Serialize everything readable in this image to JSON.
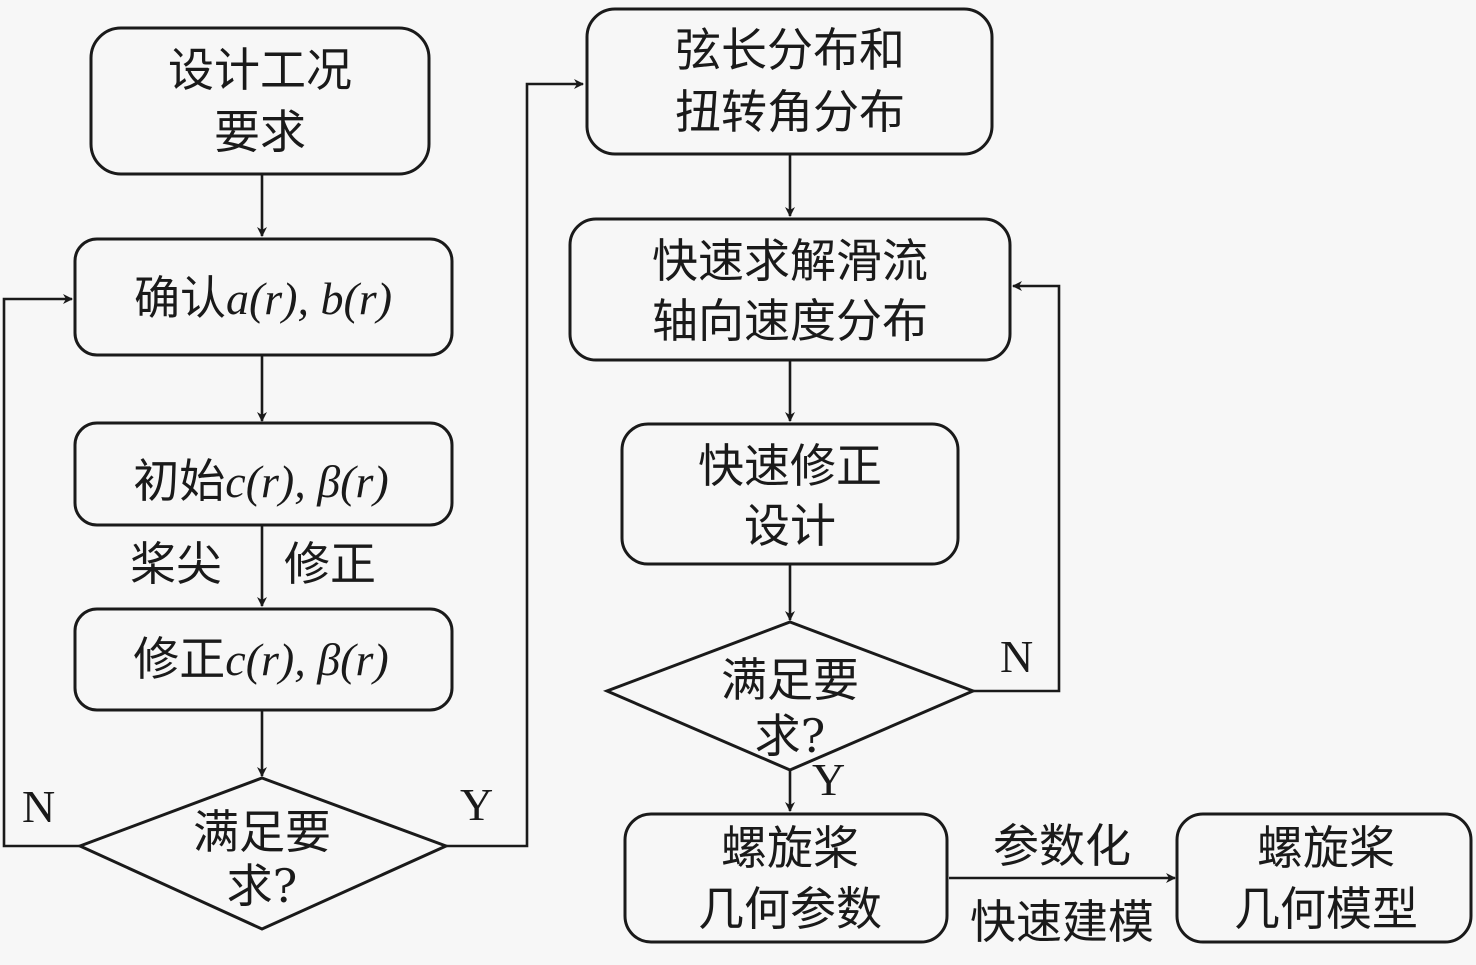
{
  "diagram": {
    "nodes": {
      "design_req": {
        "lines": [
          "设计工况",
          "要求"
        ]
      },
      "confirm_ab": {
        "prefix": "确认",
        "math": "a(r), b(r)"
      },
      "init_cb": {
        "prefix": "初始",
        "math": "c(r), β(r)"
      },
      "fix_cb": {
        "prefix": "修正",
        "math": "c(r), β(r)"
      },
      "decision_left": {
        "lines": [
          "满足要",
          "求?"
        ]
      },
      "chord_twist": {
        "lines": [
          "弦长分布和",
          "扭转角分布"
        ]
      },
      "solve_slip": {
        "lines": [
          "快速求解滑流",
          "轴向速度分布"
        ]
      },
      "quick_fix": {
        "lines": [
          "快速修正",
          "设计"
        ]
      },
      "decision_right": {
        "lines": [
          "满足要",
          "求?"
        ]
      },
      "prop_params": {
        "lines": [
          "螺旋桨",
          "几何参数"
        ]
      },
      "prop_model": {
        "lines": [
          "螺旋桨",
          "几何模型"
        ]
      }
    },
    "edge_labels": {
      "tip_left": "桨尖",
      "tip_right": "修正",
      "left_no": "N",
      "left_yes": "Y",
      "right_no": "N",
      "right_yes": "Y",
      "param_top": "参数化",
      "param_bottom": "快速建模"
    }
  }
}
